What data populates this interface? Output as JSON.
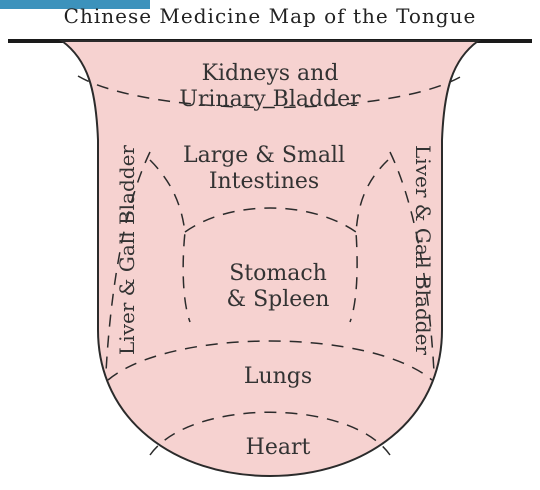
{
  "title": "Chinese Medicine Map of the Tongue",
  "colors": {
    "tongue_fill": "#f6d2d0",
    "outline": "#2b2b2b",
    "dashes": "#2b2b2b"
  },
  "zones": {
    "kidneys_line1": "Kidneys and",
    "kidneys_line2": "Urinary Bladder",
    "intestines_line1": "Large & Small",
    "intestines_line2": "Intestines",
    "stomach_line1": "Stomach",
    "stomach_line2": "& Spleen",
    "lungs": "Lungs",
    "heart": "Heart",
    "liver_left": "Liver & Gall Bladder",
    "liver_right": "Liver & Gall Bladder"
  }
}
